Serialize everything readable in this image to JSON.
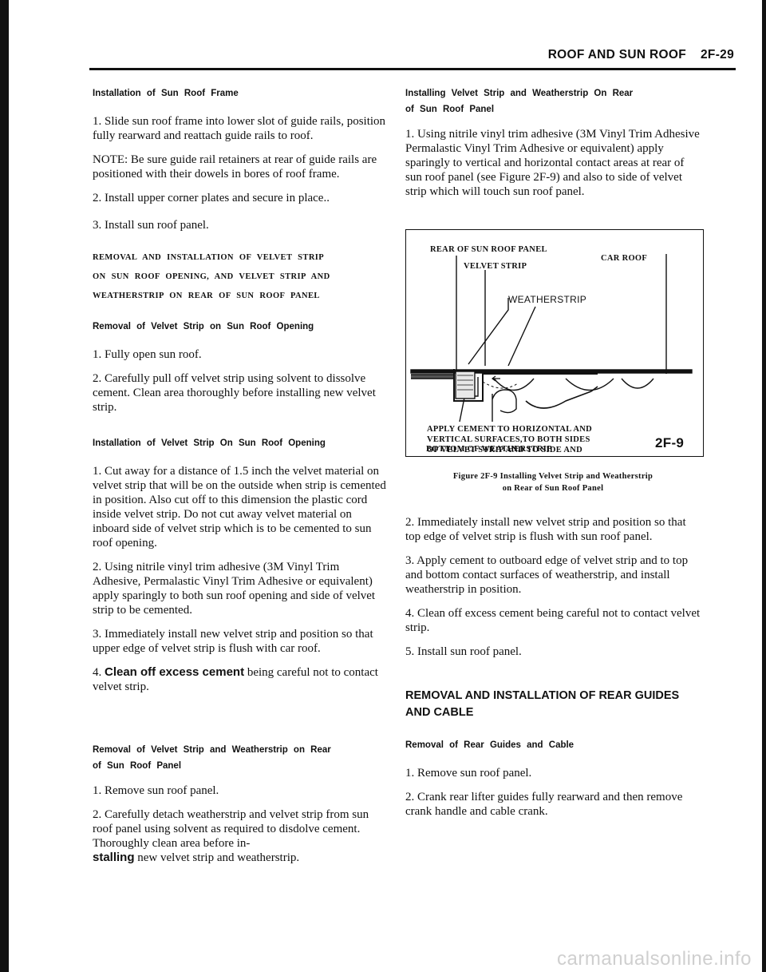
{
  "header": {
    "title": "ROOF AND SUN ROOF",
    "page": "2F-29"
  },
  "left": {
    "h_install_frame": "Installation of Sun Roof Frame",
    "p1": "1. Slide sun roof frame into lower slot of guide rails, position fully rearward and reattach guide rails to roof.",
    "note": "NOTE: Be sure guide rail retainers at rear of guide rails are positioned with their dowels in bores of roof frame.",
    "p2": "2. Install upper corner plates and secure in place..",
    "p3": "3. Install sun roof panel.",
    "h_main_1": "REMOVAL AND INSTALLATION OF VELVET STRIP",
    "h_main_2": "ON SUN ROOF OPENING, AND VELVET STRIP AND",
    "h_main_3": "WEATHERSTRIP ON REAR OF SUN ROOF PANEL",
    "h_removal_opening": "Removal of Velvet Strip on Sun Roof Opening",
    "r1": "1. Fully open sun roof.",
    "r2": "2. Carefully pull off velvet strip using solvent to dissolve cement. Clean area thoroughly before installing new velvet strip.",
    "h_install_opening": "Installation of Velvet Strip On Sun Roof Opening",
    "i1": "1. Cut away for a distance of 1.5 inch the velvet material on velvet strip that will be on the outside when strip is cemented in position. Also cut off to this dimension the plastic cord inside velvet strip. Do not cut away velvet material on inboard side of velvet strip which is to be cemented to sun roof opening.",
    "i2": "2. Using nitrile vinyl trim adhesive (3M Vinyl Trim Adhesive, Permalastic Vinyl Trim Adhesive or equivalent) apply sparingly to both sun roof opening and side of velvet strip to be cemented.",
    "i3": "3. Immediately install new velvet strip and position so that upper edge of velvet strip is flush with car roof.",
    "i4_num": "4.",
    "i4_bold": "Clean off excess cement",
    "i4_rest": " being careful not to contact velvet strip.",
    "h_removal_rear_1": "Removal of Velvet Strip and Weatherstrip on Rear",
    "h_removal_rear_2": "of Sun Roof Panel",
    "rr1": "1. Remove sun roof panel.",
    "rr2_a": "2. Carefully detach weatherstrip and velvet strip from sun roof panel using solvent as required to disdolve cement. Thoroughly clean area before in-",
    "rr2_bold": "stalling",
    "rr2_b": " new velvet strip and weatherstrip."
  },
  "right": {
    "h_install_rear_1": "Installing Velvet Strip and Weatherstrip On Rear",
    "h_install_rear_2": "of Sun Roof Panel",
    "s1": "1. Using nitrile vinyl trim adhesive (3M Vinyl Trim Adhesive Permalastic Vinyl Trim Adhesive or equivalent) apply sparingly to vertical and horizontal contact areas at rear of sun roof panel (see Figure 2F-9) and also to side of velvet strip which will touch sun roof panel.",
    "figure": {
      "label_rear_panel": "REAR OF SUN ROOF PANEL",
      "label_car_roof": "CAR ROOF",
      "label_velvet": "VELVET STRIP",
      "label_weatherstrip": "WEATHERSTRIP",
      "label_apply_1": "APPLY CEMENT TO HORIZONTAL AND",
      "label_apply_2": "VERTICAL SURFACES,TO BOTH SIDES",
      "label_apply_3": "OF VELVET STRIP AND TO SIDE AND",
      "label_apply_4": "BOTTOM OF WEATHERSTRIP",
      "fig_number": "2F-9"
    },
    "caption_1": "Figure 2F-9 Installing Velvet Strip and Weatherstrip",
    "caption_2": "on Rear of Sun Roof Panel",
    "s2": "2. Immediately install new velvet strip and position so that top edge of velvet strip is flush with sun roof panel.",
    "s3": "3. Apply cement to outboard edge of velvet strip and to top and bottom contact surfaces of weatherstrip, and install weatherstrip in position.",
    "s4": "4. Clean off excess cement being careful not to contact velvet strip.",
    "s5": "5. Install sun roof panel.",
    "h_guides_1": "REMOVAL AND INSTALLATION OF REAR GUIDES",
    "h_guides_2": "AND CABLE",
    "h_removal_guides": "Removal of Rear Guides and Cable",
    "g1": "1. Remove sun roof panel.",
    "g2": "2. Crank rear lifter guides fully rearward and then remove crank handle and cable crank."
  },
  "watermark": "carmanualsonline.info"
}
